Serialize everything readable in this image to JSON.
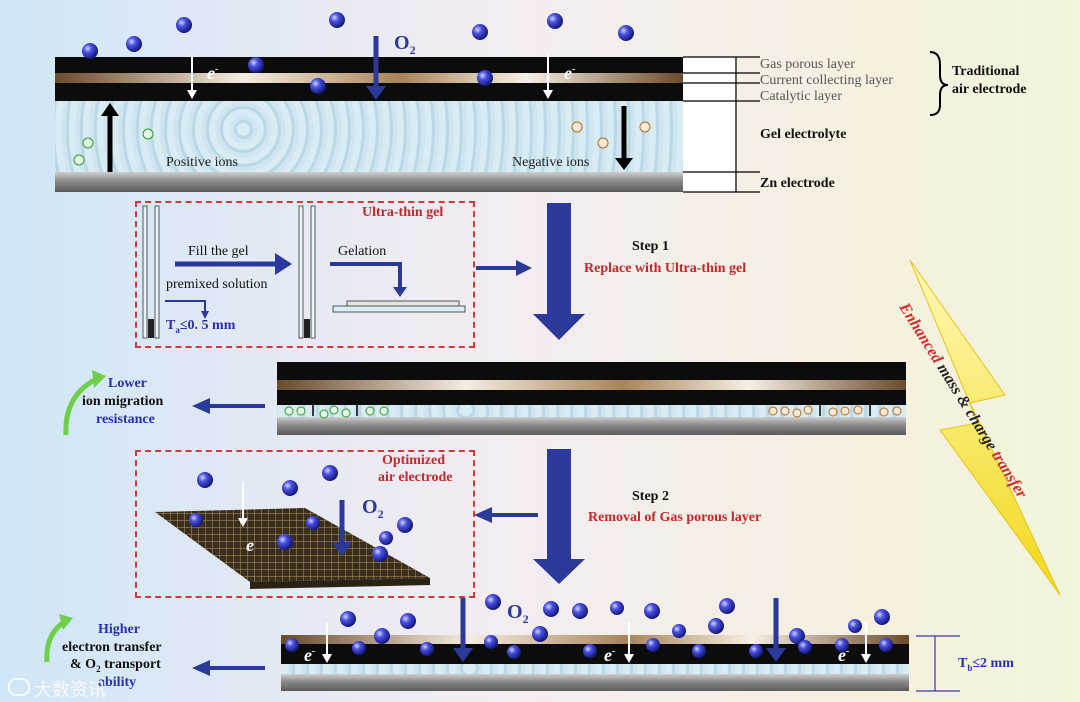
{
  "top_diagram": {
    "o2": "O",
    "o2_sub": "2",
    "electron": "e",
    "electron_sup": "-",
    "positive_ions": "Positive ions",
    "negative_ions": "Negative ions",
    "layers": {
      "gas_porous": "Gas porous layer",
      "current_collecting": "Current collecting layer",
      "catalytic": "Catalytic layer",
      "gel": "Gel  electrolyte",
      "zn": "Zn electrode",
      "traditional": "Traditional",
      "air_electrode": "air electrode"
    }
  },
  "gel_box": {
    "title": "Ultra-thin gel",
    "fill_line1": "Fill  the  gel",
    "fill_line2": "premixed solution",
    "gelation": "Gelation",
    "ta_main": "T",
    "ta_sub": "a",
    "ta_rest": "≤0. 5 mm"
  },
  "step1": {
    "label": "Step  1",
    "desc": "Replace with Ultra-thin gel"
  },
  "lower": {
    "l1": "Lower",
    "l2": "ion migration",
    "l3": "resistance"
  },
  "step2": {
    "label": "Step  2",
    "desc": "Removal of Gas porous layer"
  },
  "optimized": {
    "l1": "Optimized",
    "l2": "air electrode"
  },
  "higher": {
    "l1": "Higher",
    "l2": "electron transfer",
    "l3": "& O",
    "l3_sub": "2",
    "l3_rest": " transport",
    "l4": "ability"
  },
  "tb": {
    "main": "T",
    "sub": "b",
    "rest": "≤2 mm"
  },
  "bolt_text": {
    "w1": "Enhanced",
    "w2": "mass & charge",
    "w3": "transfer"
  },
  "watermark": "大数资讯",
  "colors": {
    "arrow_blue": "#2b3a9a",
    "dash_red": "#d23a3a",
    "bolt_yellow": "#f2e01a"
  }
}
